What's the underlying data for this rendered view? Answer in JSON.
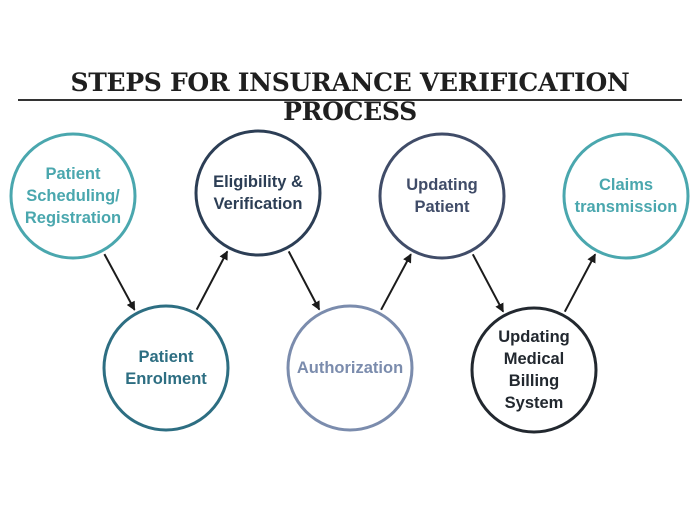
{
  "title": "STEPS FOR INSURANCE VERIFICATION PROCESS",
  "colors": {
    "teal": "#4aa7ae",
    "dark_teal": "#2d6e82",
    "navy": "#2c3e55",
    "slate": "#7b8cad",
    "slate_navy": "#404c68",
    "dark": "#22282f",
    "arrow": "#1b1b1b"
  },
  "steps": [
    {
      "label": "Patient\nScheduling/\nRegistration",
      "color": "#4aa7ae"
    },
    {
      "label": "Patient\nEnrolment",
      "color": "#2d6e82"
    },
    {
      "label": "Eligibility &\nVerification",
      "color": "#2c3e55"
    },
    {
      "label": "Authorization",
      "color": "#7b8cad"
    },
    {
      "label": "Updating\nPatient",
      "color": "#404c68"
    },
    {
      "label": "Updating\nMedical\nBilling\nSystem",
      "color": "#22282f"
    },
    {
      "label": "Claims\ntransmission",
      "color": "#4aa7ae"
    }
  ]
}
